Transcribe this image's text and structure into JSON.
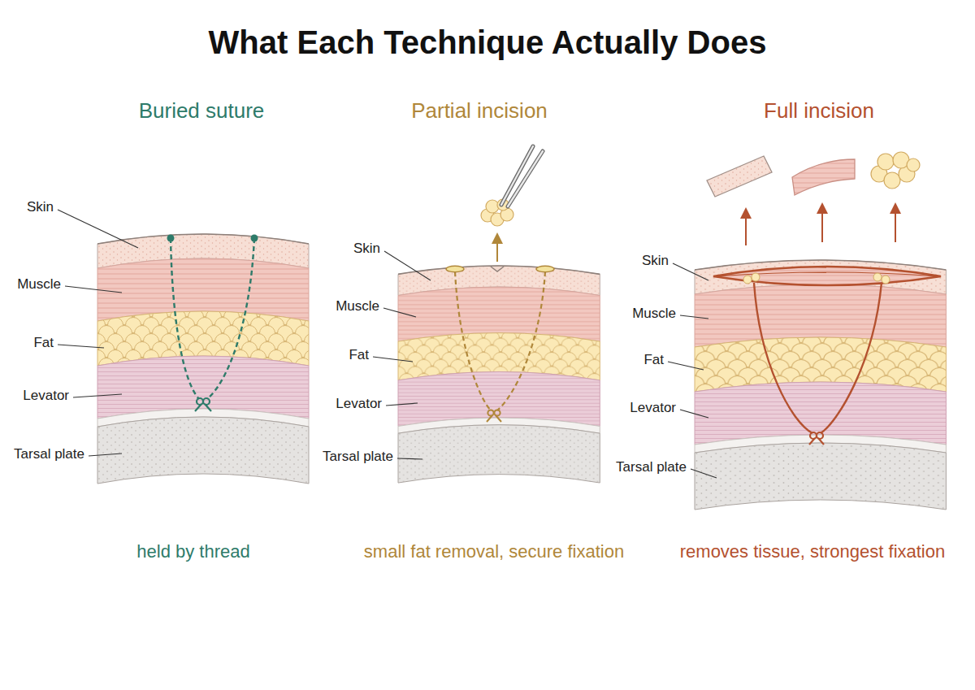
{
  "diagram": {
    "title": "What Each Technique Actually Does",
    "labels": [
      "Buried suture",
      "Partial incision",
      "Full incision",
      "Skin",
      "Muscle",
      "Fat",
      "Levator",
      "Tarsal plate",
      "Skin",
      "Muscle",
      "Fat",
      "Levator",
      "Tarsal plate",
      "Skin",
      "Muscle",
      "Fat",
      "Levator",
      "Tarsal plate",
      "held by thread",
      "small fat removal, secure fixation",
      "removes tissue, strongest fixation"
    ]
  }
}
